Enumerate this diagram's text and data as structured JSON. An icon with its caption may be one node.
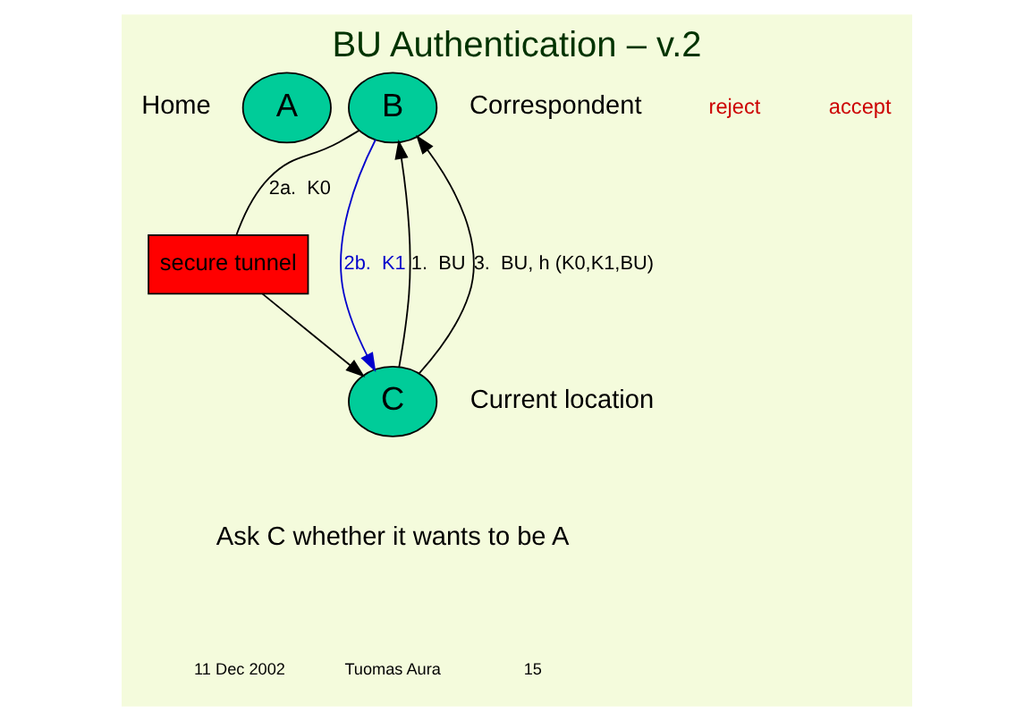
{
  "diagram": {
    "title": "BU Authentication – v.2",
    "nodes": [
      {
        "text": [
          "A"
        ],
        "beside": [
          "Home"
        ]
      },
      {
        "text": [
          "B"
        ],
        "beside": [
          "Correspondent"
        ]
      },
      {
        "text": [
          "secure tunnel"
        ]
      },
      {
        "text": [
          "C"
        ],
        "beside": [
          "Current location"
        ]
      }
    ],
    "edges": [
      {
        "from": 1,
        "to": 2,
        "arrow": "none",
        "label": "2a.  K0"
      },
      {
        "from": 2,
        "to": 3,
        "arrow": "to"
      },
      {
        "from": 3,
        "to": 1,
        "arrow": "to",
        "label": "1.  BU"
      },
      {
        "from": 1,
        "to": 3,
        "arrow": "to",
        "label": "2b.  K1",
        "color": "#0000cc"
      },
      {
        "from": 3,
        "to": 1,
        "arrow": "to",
        "label": "3.  BU, h (K0,K1,BU)"
      }
    ],
    "labels": [
      "reject",
      "accept",
      "Ask C whether it wants to be A",
      "11 Dec 2002",
      "Tuomas Aura",
      "15"
    ]
  }
}
